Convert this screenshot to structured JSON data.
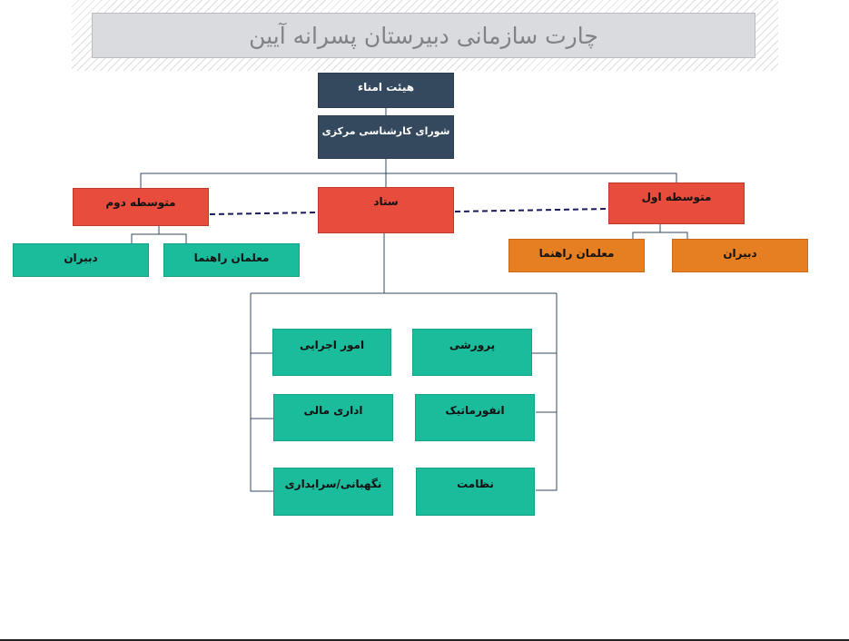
{
  "title": "چارت سازمانی دبیرستان پسرانه آیین",
  "nodes": {
    "board": "هیئت امناء",
    "council": "شورای کارشناسی مرکزی",
    "middle2": "متوسطه دوم",
    "staff": "ستاد",
    "middle1": "متوسطه اول",
    "m2_teachers": "دبیران",
    "m2_guides": "معلمان راهنما",
    "m1_guides": "معلمان راهنما",
    "m1_teachers": "دبیران",
    "exec": "امور اجرایی",
    "training": "پرورشی",
    "finance": "اداری مالی",
    "informatics": "انفورماتیک",
    "care": "نگهبانی/سرایداری",
    "discipline": "نظامت"
  },
  "colors": {
    "dark": "#34495e",
    "red": "#e74c3c",
    "teal": "#1abc9c",
    "orange": "#e67e22",
    "connector": "#34495e",
    "dashed": "#1a1a5e"
  }
}
